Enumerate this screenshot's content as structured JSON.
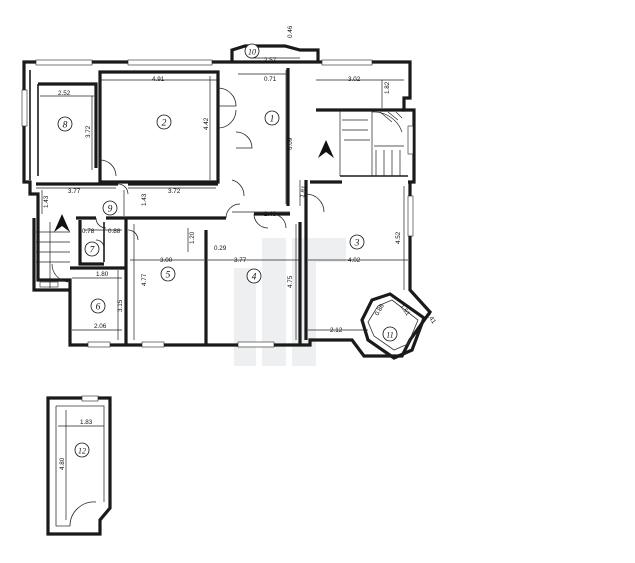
{
  "rooms": [
    {
      "id": "1",
      "label": "1"
    },
    {
      "id": "2",
      "label": "2"
    },
    {
      "id": "3",
      "label": "3"
    },
    {
      "id": "4",
      "label": "4"
    },
    {
      "id": "5",
      "label": "5"
    },
    {
      "id": "6",
      "label": "6"
    },
    {
      "id": "7",
      "label": "7"
    },
    {
      "id": "8",
      "label": "8"
    },
    {
      "id": "9",
      "label": "9"
    },
    {
      "id": "10",
      "label": "10"
    },
    {
      "id": "11",
      "label": "11"
    },
    {
      "id": "12",
      "label": "12"
    }
  ],
  "dimensions": {
    "room10_height": "0.46",
    "room10_width": "2.57",
    "room2_width": "4.91",
    "room1_top_width": "0.71",
    "room3_top_width": "3.02",
    "room3_top_height": "1.82",
    "room8_width": "2.52",
    "room8_height": "3.72",
    "room2_height": "4.42",
    "room1_height": "6.09",
    "hall_left_width": "3.77",
    "hall_width": "3.72",
    "hall_height": "1.43",
    "left_small_height": "1.43",
    "passage_small": "1.81",
    "passage_width": "2.45",
    "room7_width": "0.78",
    "room7_side": "0.88",
    "room5_notch_height": "1.20",
    "room5_notch_width": "0.29",
    "room5_width": "3.00",
    "room4_width": "3.77",
    "room3_width": "4.02",
    "room3_height": "4.52",
    "room6_width": "1.80",
    "room6_height": "3.15",
    "room6_bottom_width": "2.06",
    "room5_height": "4.77",
    "room4_height": "4.75",
    "room3_bottom_width": "2.12",
    "balcony11_width": "1.51",
    "balcony11_side": "0.41",
    "balcony11_depth": "0.86",
    "room12_width": "1.83",
    "room12_height": "4.80"
  }
}
